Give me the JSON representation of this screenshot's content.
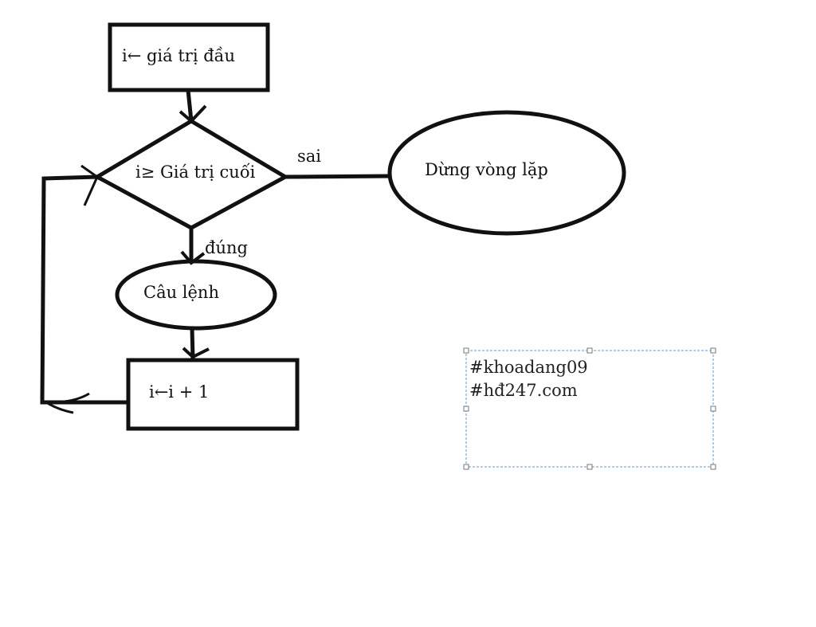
{
  "flowchart": {
    "start_box": {
      "label": "i← giá trị đầu"
    },
    "condition": {
      "label": "i≥ Giá trị cuối"
    },
    "false_label": "sai",
    "true_label": "đúng",
    "stop_node": {
      "label": "Dừng vòng lặp"
    },
    "statement_node": {
      "label": "Câu lệnh"
    },
    "increment_box": {
      "label": "i←i + 1"
    }
  },
  "textbox": {
    "line1": "#khoadang09",
    "line2": "#hđ247.com"
  },
  "colors": {
    "stroke": "#111111",
    "selection": "#5b9bd5"
  }
}
